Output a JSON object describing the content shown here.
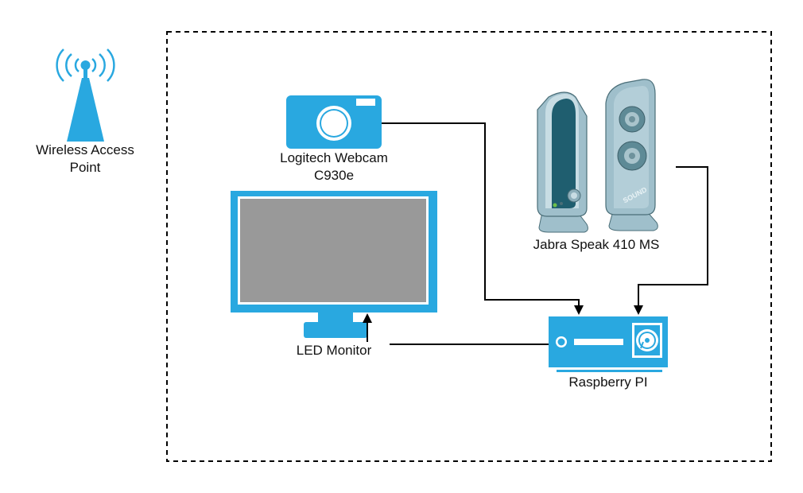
{
  "diagram": {
    "colors": {
      "device_blue": "#29A8E0",
      "screen_gray": "#999999",
      "speaker_body": "#9FBFCB",
      "speaker_dark": "#1F5E6F",
      "boundary_line": "#000000",
      "connector": "#000000"
    },
    "nodes": {
      "access_point": {
        "label_line1": "Wireless Access",
        "label_line2": "Point",
        "icon": "wireless-antenna-icon"
      },
      "webcam": {
        "label_line1": "Logitech Webcam",
        "label_line2": "C930e",
        "icon": "camera-icon"
      },
      "monitor": {
        "label": "LED Monitor",
        "icon": "monitor-icon"
      },
      "speakers": {
        "label": "Jabra Speak 410 MS",
        "icon": "speaker-pair-icon",
        "brand_text": "SOUND"
      },
      "raspberry_pi": {
        "label": "Raspberry PI",
        "icon": "media-device-icon"
      }
    },
    "edges": [
      {
        "from": "webcam",
        "to": "raspberry_pi",
        "arrow": "end"
      },
      {
        "from": "speakers",
        "to": "raspberry_pi",
        "arrow": "end"
      },
      {
        "from": "raspberry_pi",
        "to": "monitor",
        "arrow": "end"
      }
    ]
  }
}
